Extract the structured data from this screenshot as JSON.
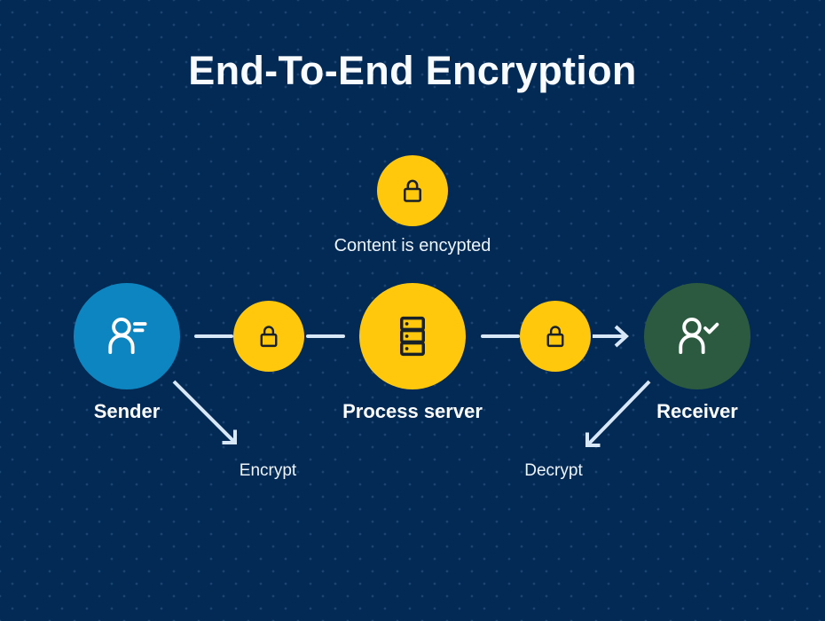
{
  "title": "End-To-End Encryption",
  "top_node": {
    "label": "Content is encypted",
    "icon": "lock-icon"
  },
  "nodes": {
    "sender": {
      "label": "Sender",
      "icon": "user-profile-icon",
      "color": "#0d85c0"
    },
    "lock_before_server": {
      "icon": "lock-icon",
      "color": "#ffc80d"
    },
    "process_server": {
      "label": "Process server",
      "icon": "server-icon",
      "color": "#ffc80d"
    },
    "lock_after_server": {
      "icon": "lock-icon",
      "color": "#ffc80d"
    },
    "receiver": {
      "label": "Receiver",
      "icon": "user-check-icon",
      "color": "#2b5a40"
    }
  },
  "annotations": {
    "encrypt": "Encrypt",
    "decrypt": "Decrypt"
  },
  "colors": {
    "background": "#032a54",
    "accent_yellow": "#ffc80d",
    "accent_blue": "#0d85c0",
    "accent_green": "#2b5a40",
    "connector": "#d9e8f8",
    "icon_dark": "#182028",
    "text": "#fafdff"
  }
}
